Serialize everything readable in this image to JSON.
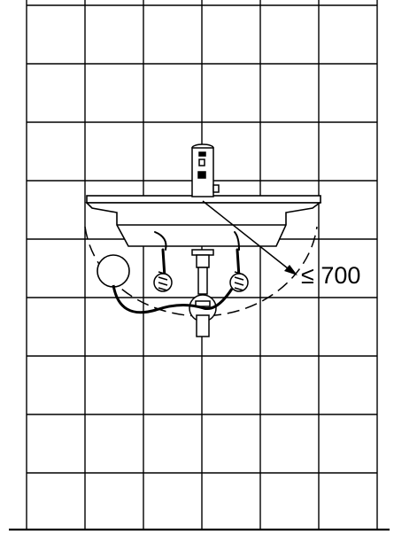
{
  "diagram": {
    "dimension_label": "≤ 700",
    "line_color": "#000000",
    "background_color": "#ffffff",
    "wall": {
      "tile_columns": 6,
      "tile_rows": 9
    }
  }
}
